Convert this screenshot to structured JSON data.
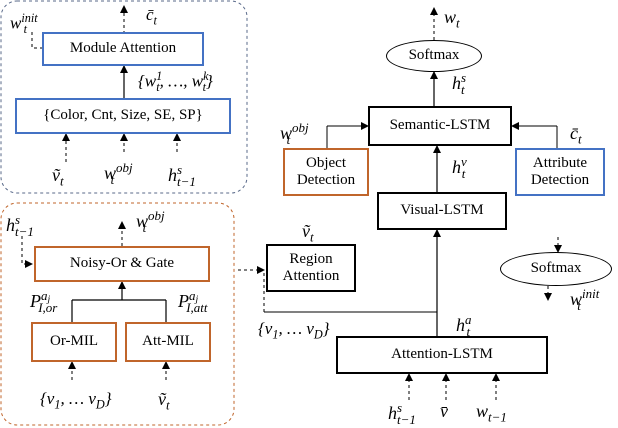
{
  "module": {
    "attention_label": "Module Attention",
    "modules_label": "{Color, Cnt, Size, SE, SP}",
    "w_init_base": "w",
    "w_init_sub": "t",
    "w_init_sup": "init",
    "c_bar_top": "c̄",
    "c_bar_top_sub": "t",
    "wk_open": "{w",
    "wk_1sup": "1",
    "wk_1sub": "t",
    "wk_mid": ", …, w",
    "wk_ksup": "k",
    "wk_ksub": "t",
    "wk_close": "}",
    "v_tilde": "ṽ",
    "v_tilde_sub": "t",
    "w_obj": "w",
    "w_obj_sub": "t",
    "w_obj_sup": "obj",
    "h_s_prev": "h",
    "h_s_prev_sup": "s",
    "h_s_prev_sub": "t−1"
  },
  "mil": {
    "noisy_or_label": "Noisy-Or & Gate",
    "or_mil_label": "Or-MIL",
    "att_mil_label": "Att-MIL",
    "h_s_prev": "h",
    "h_s_prev_sup": "s",
    "h_s_prev_sub": "t−1",
    "w_obj": "w",
    "w_obj_sub": "t",
    "w_obj_sup": "obj",
    "p_or": "P",
    "p_or_sub": "I,or",
    "p_or_sup": "a",
    "p_or_supsub": "j",
    "p_att": "P",
    "p_att_sub": "I,att",
    "p_att_sup": "a",
    "p_att_supsub": "j",
    "v_set": "{v",
    "v_set_sub1": "1",
    "v_set_mid": ", … v",
    "v_set_subD": "D",
    "v_set_close": "}",
    "v_tilde": "ṽ",
    "v_tilde_sub": "t"
  },
  "lstm": {
    "w_out": "w",
    "w_out_sub": "t",
    "softmax_top": "Softmax",
    "h_s": "h",
    "h_s_sup": "s",
    "h_s_sub": "t",
    "semantic_label": "Semantic-LSTM",
    "w_obj": "w",
    "w_obj_sub": "t",
    "w_obj_sup": "obj",
    "c_bar": "c̄",
    "c_bar_sub": "t",
    "object_detection": "Object Detection",
    "h_v": "h",
    "h_v_sup": "v",
    "h_v_sub": "t",
    "attribute_detection": "Attribute Detection",
    "visual_label": "Visual-LSTM",
    "v_tilde": "ṽ",
    "v_tilde_sub": "t",
    "region_attention": "Region Attention",
    "softmax_right": "Softmax",
    "w_init": "w",
    "w_init_sub": "t",
    "w_init_sup": "init",
    "v_set": "{v",
    "v_set_sub1": "1",
    "v_set_mid": ", … v",
    "v_set_subD": "D",
    "v_set_close": "}",
    "h_a": "h",
    "h_a_sup": "a",
    "h_a_sub": "t",
    "attention_label": "Attention-LSTM",
    "h_s_prev": "h",
    "h_s_prev_sup": "s",
    "h_s_prev_sub": "t−1",
    "v_bar": "v̄",
    "w_prev": "w",
    "w_prev_sub": "t−1"
  },
  "colors": {
    "blue": "#4472c4",
    "orange": "#c0652b",
    "black": "#000000"
  }
}
